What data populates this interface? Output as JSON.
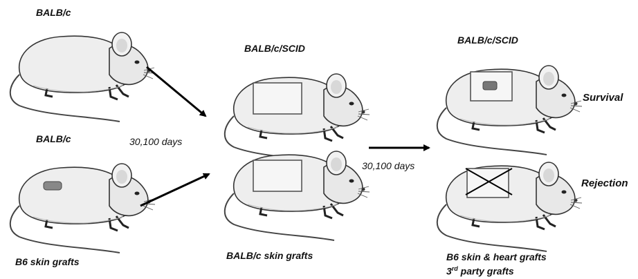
{
  "labels": {
    "donor_top": "BALB/c",
    "donor_bottom": "BALB/c",
    "mid_recipient": "BALB/c/SCID",
    "right_recipient": "BALB/c/SCID",
    "interval_left": "30,100 days",
    "interval_right": "30,100 days",
    "b6_grafts": "B6 skin grafts",
    "balbc_grafts": "BALB/c skin grafts",
    "right_grafts_line1": "B6 skin & heart grafts",
    "third_party_sup": "rd",
    "third_party_rest": " party grafts",
    "third_party_num": "3",
    "survival": "Survival",
    "rejection": "Rejection"
  },
  "mice": [
    {
      "id": "donor-top",
      "graft": "none"
    },
    {
      "id": "donor-bottom",
      "graft": "small-patch"
    },
    {
      "id": "mid-top",
      "graft": "square"
    },
    {
      "id": "mid-bottom",
      "graft": "square"
    },
    {
      "id": "right-top",
      "graft": "square-with-patch"
    },
    {
      "id": "right-bottom",
      "graft": "square-crossed"
    }
  ]
}
